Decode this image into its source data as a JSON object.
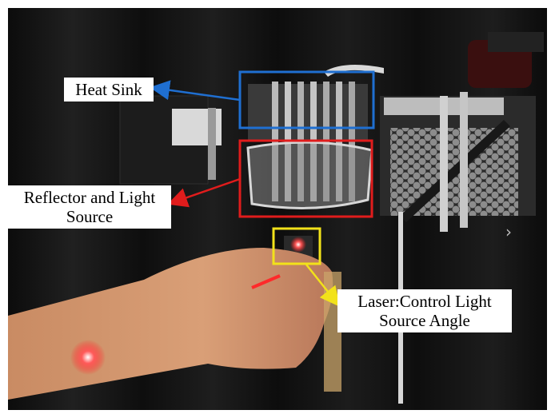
{
  "annotations": {
    "heat_sink": {
      "label": "Heat Sink",
      "color": "#1f6fd1"
    },
    "reflector": {
      "label_line1": "Reflector and Light",
      "label_line2": "Source",
      "color": "#e01c1c"
    },
    "laser": {
      "label_line1": "Laser:Control Light",
      "label_line2": "Source Angle",
      "color": "#f2e21a"
    }
  },
  "icons": {
    "next": "chevron-right-icon"
  },
  "colors": {
    "background": "#141414",
    "laser_dot": "#ff3b3b"
  }
}
